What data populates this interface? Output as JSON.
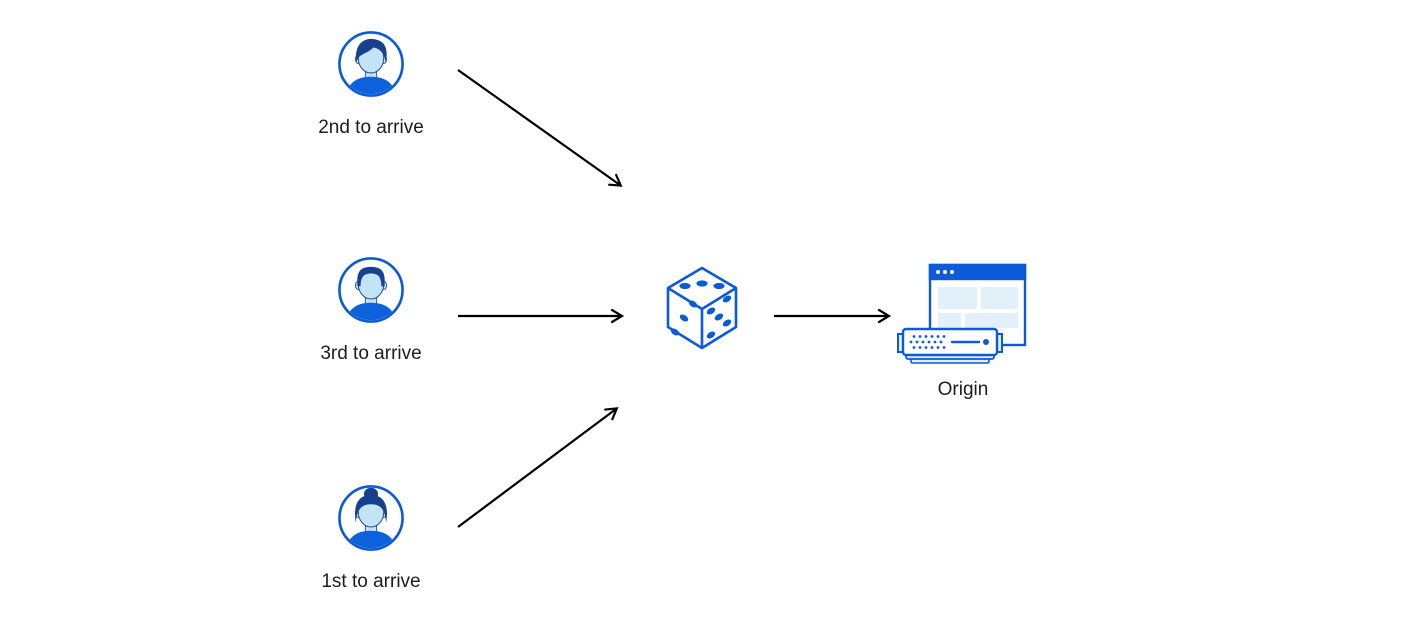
{
  "diagram": {
    "description": "Three visitors arriving in different order are routed through a random selection (dice) to an origin server",
    "nodes": {
      "visitor_second": {
        "label": "2nd to arrive",
        "icon": "avatar-man-swept-hair-icon"
      },
      "visitor_third": {
        "label": "3rd to arrive",
        "icon": "avatar-man-short-hair-icon"
      },
      "visitor_first": {
        "label": "1st to arrive",
        "icon": "avatar-woman-bun-icon"
      },
      "randomizer": {
        "label": "",
        "icon": "dice-icon"
      },
      "origin": {
        "label": "Origin",
        "icon": "origin-server-icon"
      }
    },
    "edges": [
      {
        "from": "visitor_second",
        "to": "randomizer"
      },
      {
        "from": "visitor_third",
        "to": "randomizer"
      },
      {
        "from": "visitor_first",
        "to": "randomizer"
      },
      {
        "from": "randomizer",
        "to": "origin"
      }
    ],
    "colors": {
      "icon_blue": "#0B5AD9",
      "icon_dark_blue": "#17418F",
      "icon_face_blue": "#C4E3F6",
      "icon_pale_blue": "#E2F0FA",
      "arrow_black": "#000000",
      "label_text": "#1C1C1E",
      "background": "#FFFFFF"
    }
  }
}
